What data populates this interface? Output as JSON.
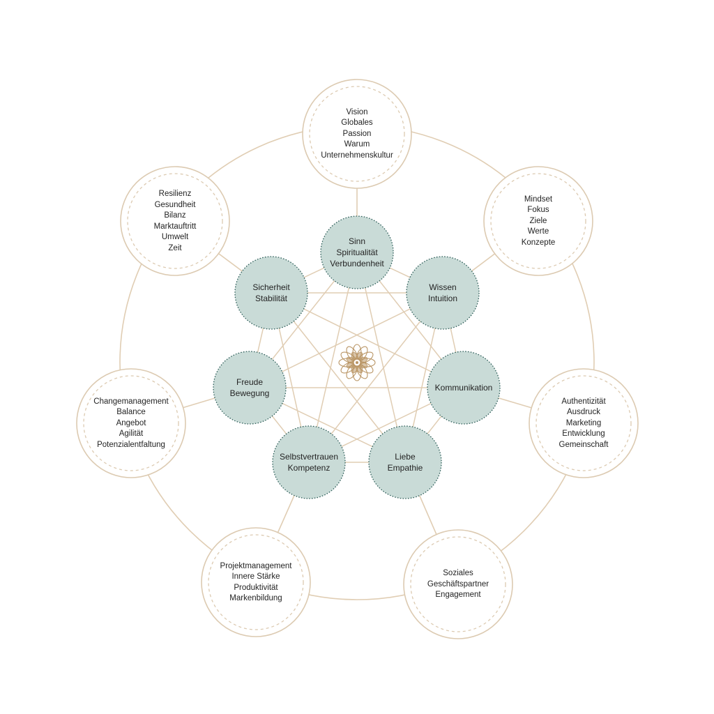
{
  "colors": {
    "outer_stroke": "#dccab1",
    "connector": "#e0cdb3",
    "inner_fill": "#c9dbd7",
    "inner_border": "#2f5f5a",
    "text": "#232323",
    "lotus": "#b99565",
    "background": "#ffffff"
  },
  "center": {
    "icon": "lotus-icon"
  },
  "outer_nodes": [
    {
      "id": "top",
      "lines": [
        "Vision",
        "Globales",
        "Passion",
        "Warum",
        "Unternehmenskultur"
      ]
    },
    {
      "id": "upper-right",
      "lines": [
        "Mindset",
        "Fokus",
        "Ziele",
        "Werte",
        "Konzepte"
      ]
    },
    {
      "id": "right",
      "lines": [
        "Authentizität",
        "Ausdruck",
        "Marketing",
        "Entwicklung",
        "Gemeinschaft"
      ]
    },
    {
      "id": "lower-right",
      "lines": [
        "Soziales",
        "Geschäftspartner",
        "Engagement"
      ]
    },
    {
      "id": "lower-left",
      "lines": [
        "Projektmanagement",
        "Innere Stärke",
        "Produktivität",
        "Markenbildung"
      ]
    },
    {
      "id": "left",
      "lines": [
        "Changemanagement",
        "Balance",
        "Angebot",
        "Agilität",
        "Potenzialentfaltung"
      ]
    },
    {
      "id": "upper-left",
      "lines": [
        "Resilienz",
        "Gesundheit",
        "Bilanz",
        "Marktauftritt",
        "Umwelt",
        "Zeit"
      ]
    }
  ],
  "inner_nodes": [
    {
      "id": "top",
      "lines": [
        "Sinn",
        "Spiritualität",
        "Verbundenheit"
      ]
    },
    {
      "id": "upper-right",
      "lines": [
        "Wissen",
        "Intuition"
      ]
    },
    {
      "id": "right",
      "lines": [
        "Kommunikation"
      ]
    },
    {
      "id": "lower-right",
      "lines": [
        "Liebe",
        "Empathie"
      ]
    },
    {
      "id": "lower-left",
      "lines": [
        "Selbstvertrauen",
        "Kompetenz"
      ]
    },
    {
      "id": "left",
      "lines": [
        "Freude",
        "Bewegung"
      ]
    },
    {
      "id": "upper-left",
      "lines": [
        "Sicherheit",
        "Stabilität"
      ]
    }
  ]
}
